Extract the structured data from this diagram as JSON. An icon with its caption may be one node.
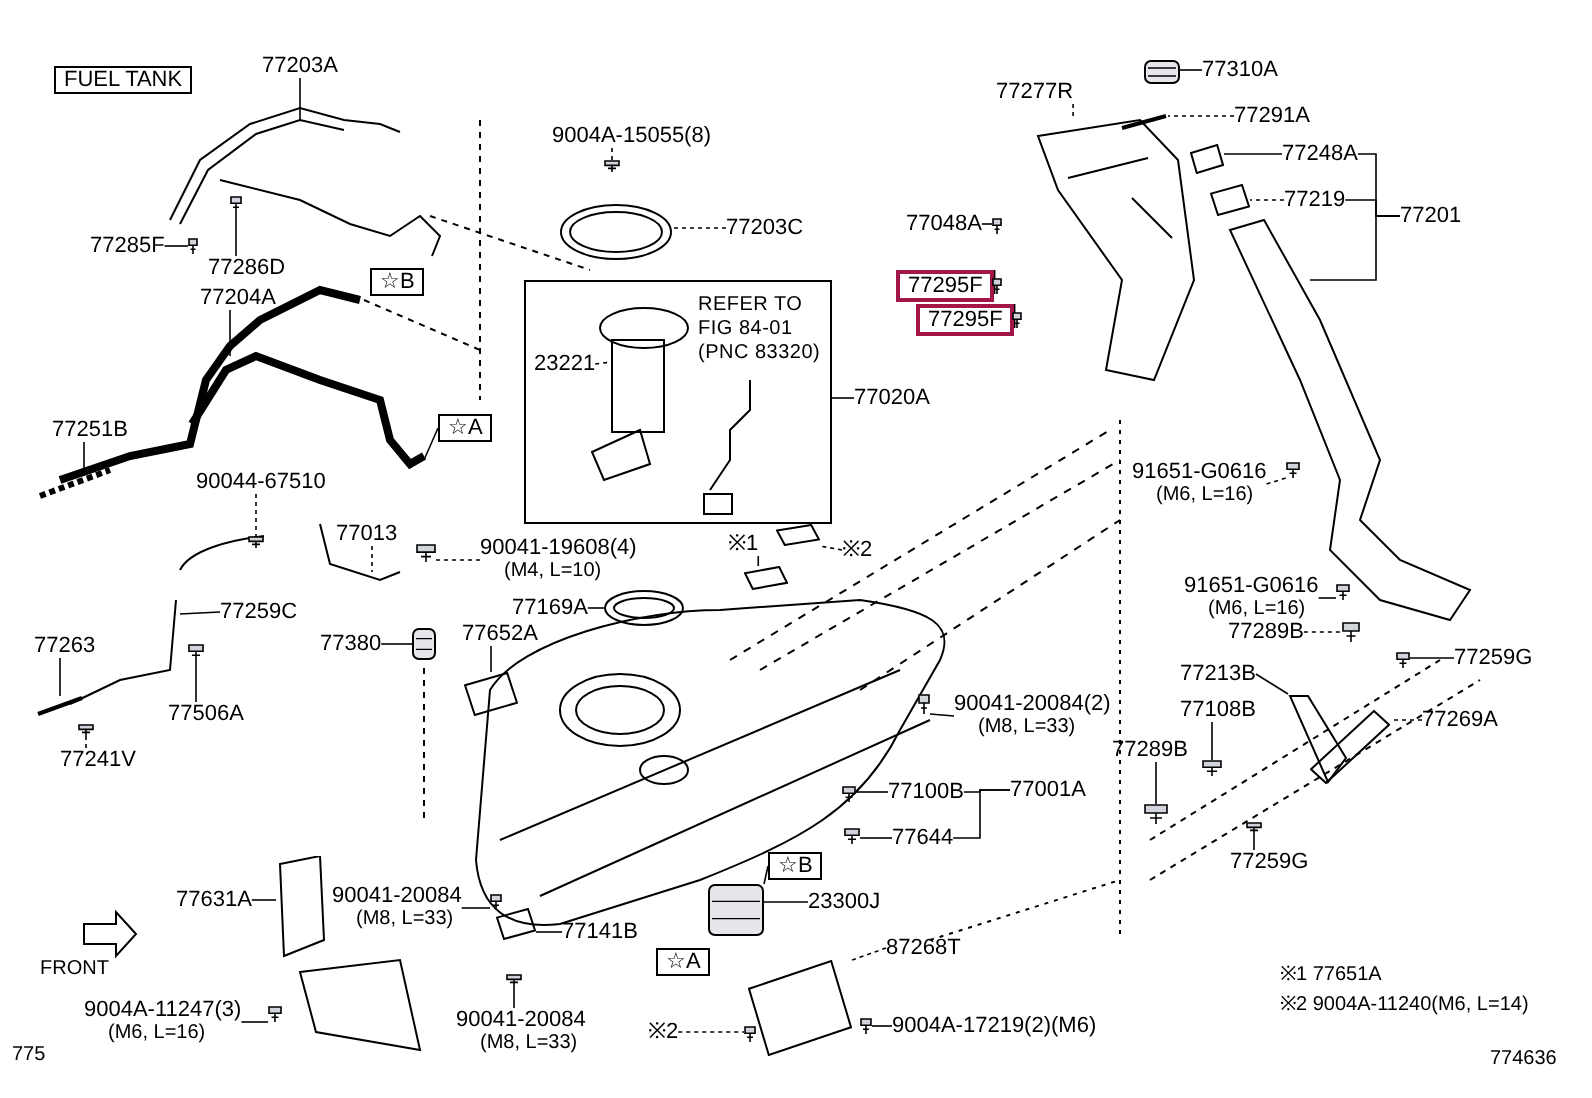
{
  "diagram": {
    "nodes": [
      {
        "text": [
          "FUEL TANK"
        ]
      },
      {
        "text": [
          "77203A"
        ]
      },
      {
        "text": [
          "77285F"
        ]
      },
      {
        "text": [
          "77286D"
        ]
      },
      {
        "text": [
          "☆B"
        ]
      },
      {
        "text": [
          "77204A"
        ]
      },
      {
        "text": [
          "77251B"
        ]
      },
      {
        "text": [
          "☆A"
        ]
      },
      {
        "text": [
          "90044-67510"
        ]
      },
      {
        "text": [
          "77013"
        ]
      },
      {
        "text": [
          "90041-19608(4)",
          "(M4, L=10)"
        ]
      },
      {
        "text": [
          "77259C"
        ]
      },
      {
        "text": [
          "77263"
        ]
      },
      {
        "text": [
          "77506A"
        ]
      },
      {
        "text": [
          "77241V"
        ]
      },
      {
        "text": [
          "77380"
        ]
      },
      {
        "text": [
          "77652A"
        ]
      },
      {
        "text": [
          "77631A"
        ]
      },
      {
        "text": [
          "9004A-11247(3)",
          "(M6, L=16)"
        ]
      },
      {
        "text": [
          "90041-20084",
          "(M8, L=33)"
        ]
      },
      {
        "text": [
          "77141B"
        ]
      },
      {
        "text": [
          "90041-20084",
          "(M8, L=33)"
        ]
      },
      {
        "text": [
          "9004A-15055(8)"
        ]
      },
      {
        "text": [
          "77203C"
        ]
      },
      {
        "text": [
          "REFER TO FIG 84-01 (PNC 83320)"
        ]
      },
      {
        "text": [
          "23221"
        ],
        "in": 24
      },
      {
        "text": [
          "77020A"
        ]
      },
      {
        "text": [
          "77169A"
        ]
      },
      {
        "text": [
          "※1"
        ]
      },
      {
        "text": [
          "※2"
        ]
      },
      {
        "text": [
          "90041-20084(2)",
          "(M8, L=33)"
        ]
      },
      {
        "text": [
          "77001A"
        ]
      },
      {
        "text": [
          "77100B"
        ]
      },
      {
        "text": [
          "77644"
        ]
      },
      {
        "text": [
          "☆B"
        ]
      },
      {
        "text": [
          "23300J"
        ]
      },
      {
        "text": [
          "87268T"
        ]
      },
      {
        "text": [
          "☆A"
        ]
      },
      {
        "text": [
          "※2"
        ]
      },
      {
        "text": [
          "9004A-17219(2)(M6)"
        ]
      },
      {
        "text": [
          "77277R"
        ]
      },
      {
        "text": [
          "77048A"
        ]
      },
      {
        "text": [
          "77295F"
        ]
      },
      {
        "text": [
          "77295F"
        ]
      },
      {
        "text": [
          "77310A"
        ]
      },
      {
        "text": [
          "77291A"
        ]
      },
      {
        "text": [
          "77248A"
        ]
      },
      {
        "text": [
          "77219"
        ]
      },
      {
        "text": [
          "77201"
        ]
      },
      {
        "text": [
          "91651-G0616",
          "(M6, L=16)"
        ]
      },
      {
        "text": [
          "91651-G0616",
          "(M6, L=16)"
        ]
      },
      {
        "text": [
          "77289B"
        ]
      },
      {
        "text": [
          "77259G"
        ]
      },
      {
        "text": [
          "77213B"
        ]
      },
      {
        "text": [
          "77108B"
        ]
      },
      {
        "text": [
          "77269A"
        ]
      },
      {
        "text": [
          "77289B"
        ]
      },
      {
        "text": [
          "77259G"
        ]
      },
      {
        "text": [],
        "shape": "picture"
      },
      {
        "text": [],
        "shape": "picture"
      },
      {
        "text": [],
        "shape": "picture"
      },
      {
        "text": [],
        "shape": "picture"
      },
      {
        "text": [],
        "shape": "picture"
      },
      {
        "text": [],
        "shape": "picture"
      },
      {
        "text": [],
        "shape": "picture"
      },
      {
        "text": [],
        "shape": "picture"
      },
      {
        "text": [],
        "shape": "picture"
      },
      {
        "text": [],
        "shape": "picture"
      },
      {
        "text": [],
        "shape": "picture"
      },
      {
        "text": [],
        "shape": "picture"
      },
      {
        "text": [],
        "shape": "picture"
      },
      {
        "text": [],
        "shape": "picture"
      },
      {
        "text": [],
        "shape": "picture"
      },
      {
        "text": [],
        "shape": "picture"
      },
      {
        "text": [],
        "shape": "picture"
      },
      {
        "text": [],
        "shape": "picture"
      },
      {
        "text": [],
        "shape": "picture"
      },
      {
        "text": [],
        "shape": "picture"
      },
      {
        "text": [],
        "shape": "picture"
      },
      {
        "text": [],
        "shape": "picture"
      },
      {
        "text": [],
        "shape": "picture"
      },
      {
        "text": [],
        "shape": "picture"
      },
      {
        "text": [],
        "shape": "picture"
      },
      {
        "text": [],
        "shape": "picture"
      },
      {
        "text": [],
        "shape": "picture"
      },
      {
        "text": [],
        "shape": "picture"
      },
      {
        "text": [],
        "shape": "picture"
      },
      {
        "text": [],
        "shape": "picture"
      },
      {
        "text": [],
        "shape": "picture"
      },
      {
        "text": [],
        "shape": "picture"
      },
      {
        "text": [],
        "shape": "picture"
      },
      {
        "text": [],
        "shape": "picture"
      },
      {
        "text": [],
        "shape": "picture"
      },
      {
        "text": [],
        "shape": "picture"
      },
      {
        "text": [],
        "shape": "picture"
      },
      {
        "text": [],
        "shape": "picture"
      },
      {
        "text": [],
        "shape": "picture"
      },
      {
        "text": [],
        "shape": "picture"
      },
      {
        "text": [],
        "shape": "picture"
      },
      {
        "text": [],
        "shape": "picture"
      },
      {
        "text": [
          "FRONT"
        ]
      },
      {
        "text": [],
        "shape": "picture"
      }
    ],
    "edges": [
      {
        "from": 1,
        "to": null,
        "arrow": "none"
      },
      {
        "from": 2,
        "to": 58,
        "arrow": "none"
      },
      {
        "from": 3,
        "to": 59,
        "arrow": "none"
      },
      {
        "from": 5,
        "to": null,
        "arrow": "none"
      },
      {
        "from": 6,
        "to": null,
        "arrow": "none"
      },
      {
        "from": 7,
        "to": null,
        "arrow": "none"
      },
      {
        "from": 8,
        "to": 60,
        "arrow": "none",
        "style": "dashed"
      },
      {
        "from": 9,
        "to": null,
        "arrow": "none",
        "style": "dashed"
      },
      {
        "from": 10,
        "to": 61,
        "arrow": "none",
        "style": "dashed"
      },
      {
        "from": 11,
        "to": null,
        "arrow": "none"
      },
      {
        "from": 12,
        "to": 101,
        "arrow": "none"
      },
      {
        "from": 13,
        "to": 62,
        "arrow": "none"
      },
      {
        "from": 14,
        "to": 63,
        "arrow": "none",
        "style": "dashed"
      },
      {
        "from": 15,
        "to": 64,
        "arrow": "none"
      },
      {
        "from": 16,
        "to": 65,
        "arrow": "none"
      },
      {
        "from": 17,
        "to": 98,
        "arrow": "none"
      },
      {
        "from": 18,
        "to": 66,
        "arrow": "none"
      },
      {
        "from": 19,
        "to": 67,
        "arrow": "none"
      },
      {
        "from": 20,
        "to": 68,
        "arrow": "none"
      },
      {
        "from": 21,
        "to": 69,
        "arrow": "none"
      },
      {
        "from": 22,
        "to": 70,
        "arrow": "none",
        "style": "dashed"
      },
      {
        "from": 23,
        "to": 71,
        "arrow": "none",
        "style": "dashed"
      },
      {
        "from": 25,
        "to": null,
        "arrow": "none",
        "style": "dashed"
      },
      {
        "from": 26,
        "to": 24,
        "arrow": "none"
      },
      {
        "from": 27,
        "to": 72,
        "arrow": "none"
      },
      {
        "from": 28,
        "to": 73,
        "arrow": "none"
      },
      {
        "from": 29,
        "to": 74,
        "arrow": "none",
        "style": "dashed"
      },
      {
        "from": 30,
        "to": 75,
        "arrow": "none"
      },
      {
        "from": 31,
        "to": 32,
        "arrow": "none"
      },
      {
        "from": 31,
        "to": 33,
        "arrow": "none"
      },
      {
        "from": 32,
        "to": 76,
        "arrow": "none"
      },
      {
        "from": 33,
        "to": 77,
        "arrow": "none"
      },
      {
        "from": 34,
        "to": 78,
        "arrow": "none"
      },
      {
        "from": 35,
        "to": 78,
        "arrow": "none"
      },
      {
        "from": 36,
        "to": 79,
        "arrow": "none",
        "style": "dashed"
      },
      {
        "from": 38,
        "to": 80,
        "arrow": "none",
        "style": "dashed"
      },
      {
        "from": 39,
        "to": 81,
        "arrow": "none"
      },
      {
        "from": 40,
        "to": 99,
        "arrow": "none",
        "style": "dashed"
      },
      {
        "from": 41,
        "to": 82,
        "arrow": "none"
      },
      {
        "from": 42,
        "to": 83,
        "arrow": "none"
      },
      {
        "from": 43,
        "to": 84,
        "arrow": "none"
      },
      {
        "from": 44,
        "to": 85,
        "arrow": "none"
      },
      {
        "from": 45,
        "to": 86,
        "arrow": "none",
        "style": "dashed"
      },
      {
        "from": 46,
        "to": 87,
        "arrow": "none"
      },
      {
        "from": 47,
        "to": 88,
        "arrow": "none",
        "style": "dashed"
      },
      {
        "from": 48,
        "to": 46,
        "arrow": "none"
      },
      {
        "from": 48,
        "to": 47,
        "arrow": "none"
      },
      {
        "from": 48,
        "to": null,
        "arrow": "none"
      },
      {
        "from": 49,
        "to": 89,
        "arrow": "none",
        "style": "dashed"
      },
      {
        "from": 50,
        "to": 90,
        "arrow": "none"
      },
      {
        "from": 51,
        "to": 91,
        "arrow": "none",
        "style": "dashed"
      },
      {
        "from": 52,
        "to": 92,
        "arrow": "none"
      },
      {
        "from": 53,
        "to": 93,
        "arrow": "none"
      },
      {
        "from": 54,
        "to": 94,
        "arrow": "none"
      },
      {
        "from": 55,
        "to": 95,
        "arrow": "none",
        "style": "dashed"
      },
      {
        "from": 56,
        "to": 96,
        "arrow": "none"
      },
      {
        "from": 57,
        "to": 97,
        "arrow": "none"
      }
    ],
    "labels": [
      "※1 77651A",
      "※2 9004A-11240(M6, L=14)",
      "775",
      "774636"
    ]
  }
}
